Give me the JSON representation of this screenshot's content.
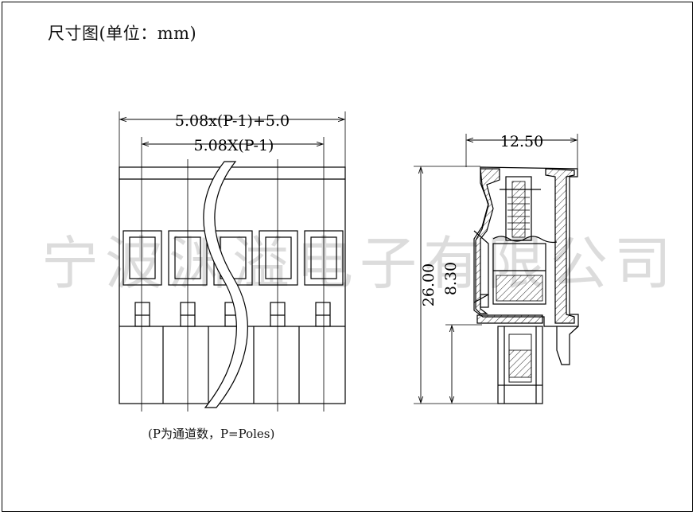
{
  "title": "尺寸图(单位：mm)",
  "note": "(P为通道数，P=Poles)",
  "watermark": "宁波渊溢电子有限公司",
  "dimensions": {
    "total_width": "5.08x(P-1)+5.0",
    "pitch_span": "5.08X(P-1)",
    "side_width": "12.50",
    "total_height": "26.00",
    "pin_height": "8.30"
  }
}
